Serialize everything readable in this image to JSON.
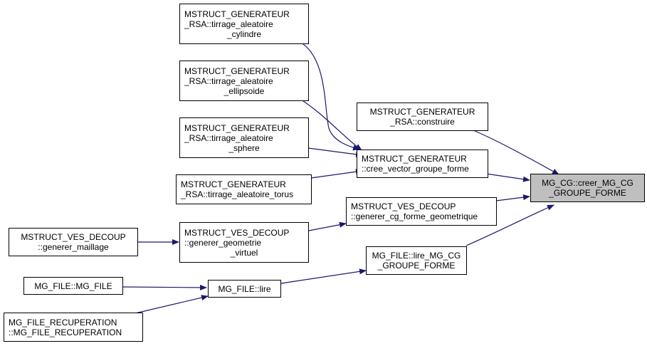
{
  "graph": {
    "type": "doxygen-caller-graph",
    "edge_color": "#191970",
    "root_fill": "#bfbfbf",
    "nodes": {
      "cylindre": {
        "lines": [
          "MSTRUCT_GENERATEUR",
          "_RSA::tirrage_aleatoire",
          "_cylindre"
        ]
      },
      "ellipsoide": {
        "lines": [
          "MSTRUCT_GENERATEUR",
          "_RSA::tirrage_aleatoire",
          "_ellipsoide"
        ]
      },
      "sphere": {
        "lines": [
          "MSTRUCT_GENERATEUR",
          "_RSA::tirrage_aleatoire",
          "_sphere"
        ]
      },
      "torus": {
        "lines": [
          "MSTRUCT_GENERATEUR",
          "_RSA::tirrage_aleatoire_torus"
        ]
      },
      "construire": {
        "lines": [
          "MSTRUCT_GENERATEUR",
          "_RSA::construire"
        ]
      },
      "cree_vector": {
        "lines": [
          "MSTRUCT_GENERATEUR",
          "::cree_vector_groupe_forme"
        ]
      },
      "generer_cg": {
        "lines": [
          "MSTRUCT_VES_DECOUP",
          "::generer_cg_forme_geometrique"
        ]
      },
      "generer_geometrie": {
        "lines": [
          "MSTRUCT_VES_DECOUP",
          "::generer_geometrie",
          "_virtuel"
        ]
      },
      "generer_maillage": {
        "lines": [
          "MSTRUCT_VES_DECOUP",
          "::generer_maillage"
        ]
      },
      "lire_mg_cg": {
        "lines": [
          "MG_FILE::lire_MG_CG",
          "_GROUPE_FORME"
        ]
      },
      "lire": {
        "lines": [
          "MG_FILE::lire"
        ]
      },
      "mg_file": {
        "lines": [
          "MG_FILE::MG_FILE"
        ]
      },
      "recuperation": {
        "lines": [
          "MG_FILE_RECUPERATION",
          "::MG_FILE_RECUPERATION"
        ]
      },
      "root": {
        "lines": [
          "MG_CG::creer_MG_CG",
          "_GROUPE_FORME"
        ]
      }
    },
    "edges": [
      [
        "cylindre",
        "cree_vector"
      ],
      [
        "ellipsoide",
        "cree_vector"
      ],
      [
        "sphere",
        "cree_vector"
      ],
      [
        "torus",
        "cree_vector"
      ],
      [
        "construire",
        "root"
      ],
      [
        "cree_vector",
        "root"
      ],
      [
        "generer_cg",
        "root"
      ],
      [
        "lire_mg_cg",
        "root"
      ],
      [
        "generer_geometrie",
        "generer_cg"
      ],
      [
        "generer_maillage",
        "generer_geometrie"
      ],
      [
        "lire",
        "lire_mg_cg"
      ],
      [
        "mg_file",
        "lire"
      ],
      [
        "recuperation",
        "lire"
      ]
    ]
  }
}
